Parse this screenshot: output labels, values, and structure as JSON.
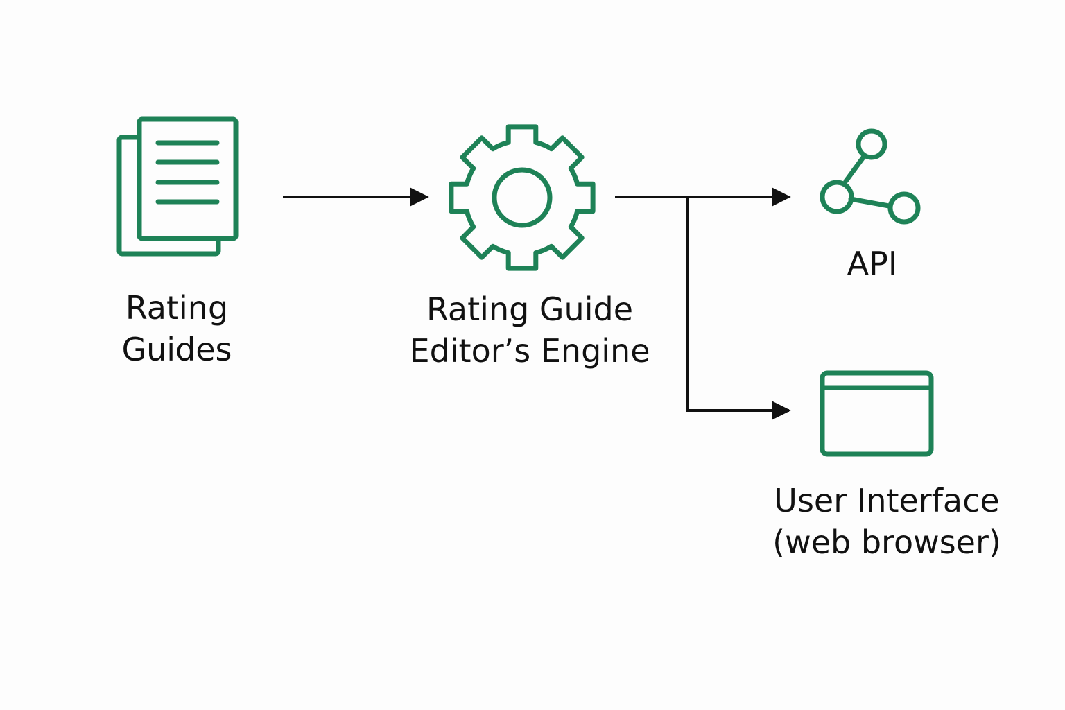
{
  "diagram": {
    "colors": {
      "icon_stroke": "#1e8257",
      "connector": "#111111",
      "text": "#111111",
      "background": "#fdfdfd"
    },
    "nodes": {
      "rating_guides": {
        "icon": "documents-icon",
        "label_line1": "Rating",
        "label_line2": "Guides"
      },
      "engine": {
        "icon": "gear-icon",
        "label_line1": "Rating Guide",
        "label_line2": "Editor’s Engine"
      },
      "api": {
        "icon": "share-nodes-icon",
        "label": "API"
      },
      "user_interface": {
        "icon": "browser-window-icon",
        "label_line1": "User Interface",
        "label_line2": "(web browser)"
      }
    },
    "edges": [
      {
        "from": "rating_guides",
        "to": "engine"
      },
      {
        "from": "engine",
        "to": "api"
      },
      {
        "from": "engine",
        "to": "user_interface"
      }
    ]
  }
}
